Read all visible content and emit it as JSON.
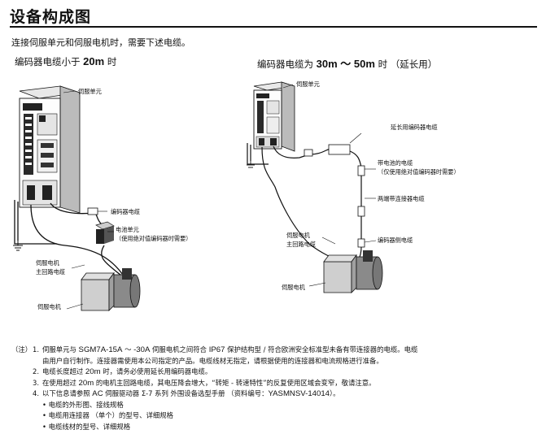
{
  "page": {
    "title": "设备构成图",
    "intro": "连接伺服单元和伺服电机时，需要下述电缆。"
  },
  "left": {
    "caption_pre": "编码器电缆小于",
    "caption_value": "20m",
    "caption_post": "时",
    "labels": {
      "servo_unit": "伺服单元",
      "encoder_cable": "编码器电缆",
      "battery_unit": "电池单元",
      "battery_unit_note": "（使用绝对值编码器时需要）",
      "motor_main_cable_1": "伺服电机",
      "motor_main_cable_2": "主回路电缆",
      "servo_motor": "伺服电机"
    }
  },
  "right": {
    "caption_pre": "编码器电缆为",
    "caption_value": "30m ～ 50m",
    "caption_post": "时 （延长用）",
    "labels": {
      "servo_unit": "伺服单元",
      "extension_cable": "延长用编码器电缆",
      "battery_cable": "带电池的电缆",
      "battery_cable_note": "（仅使用绝对值编码器时需要）",
      "two_end_cable": "两端带连接器电缆",
      "motor_main_cable_1": "伺服电机",
      "motor_main_cable_2": "主回路电缆",
      "encoder_side_cable": "编码器侧电缆",
      "servo_motor": "伺服电机"
    }
  },
  "notes": {
    "prefix": "（注）",
    "items": [
      {
        "num": "1.",
        "parts": [
          "伺服单元与 ",
          "SGM7A-15A",
          " ～ ",
          "-30A",
          " 伺服电机之间符合 ",
          "IP67",
          " 保护结构型 / 符合欧洲安全标准型未备有带连接器的电缆。电缆"
        ],
        "cont": "由用户自行制作。连接器需使用本公司指定的产品。电缆线材无指定，请根据使用的连接器和电流规格进行准备。"
      },
      {
        "num": "2.",
        "parts": [
          "电缆长度超过 ",
          "20m",
          " 时，请务必使用延长用编码器电缆。"
        ]
      },
      {
        "num": "3.",
        "parts": [
          "在使用超过 ",
          "20m",
          " 的电机主回路电缆，其电压降会增大，“转矩 - 转速特性”的反复使用区域会变窄，敬请注意。"
        ]
      },
      {
        "num": "4.",
        "parts": [
          "以下信息请参照 ",
          "AC",
          " 伺服驱动器 Σ-7 系列 外围设备选型手册 （资料编号：",
          "YASMNSV-14014",
          "）。"
        ]
      }
    ],
    "bullets": [
      "• 电缆的外形图、接线规格",
      "• 电缆用连接器 （单个）的型号、详细规格",
      "• 电缆线材的型号、详细规格"
    ]
  }
}
